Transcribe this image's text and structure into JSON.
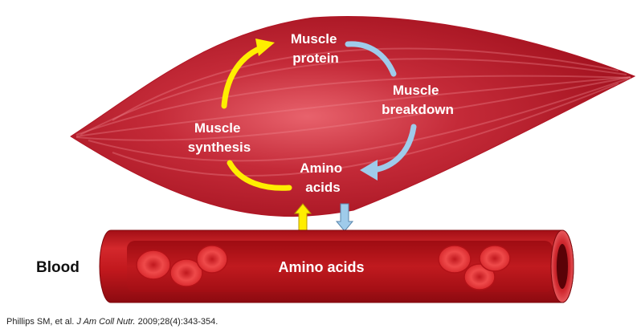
{
  "labels": {
    "muscle_protein": [
      "Muscle",
      "protein"
    ],
    "muscle_breakdown": [
      "Muscle",
      "breakdown"
    ],
    "muscle_synthesis": [
      "Muscle",
      "synthesis"
    ],
    "amino_acids_muscle": [
      "Amino",
      "acids"
    ],
    "blood": "Blood",
    "amino_acids_blood": "Amino acids"
  },
  "citation": {
    "authors": "Phillips SM, et al.",
    "journal": "J Am Coll Nutr.",
    "details": "2009;28(4):343-354."
  },
  "colors": {
    "muscle": "#b8182a",
    "vessel": "#c0161c",
    "synthesis_arrow": "#ffee00",
    "breakdown_arrow": "#9fcbea"
  }
}
